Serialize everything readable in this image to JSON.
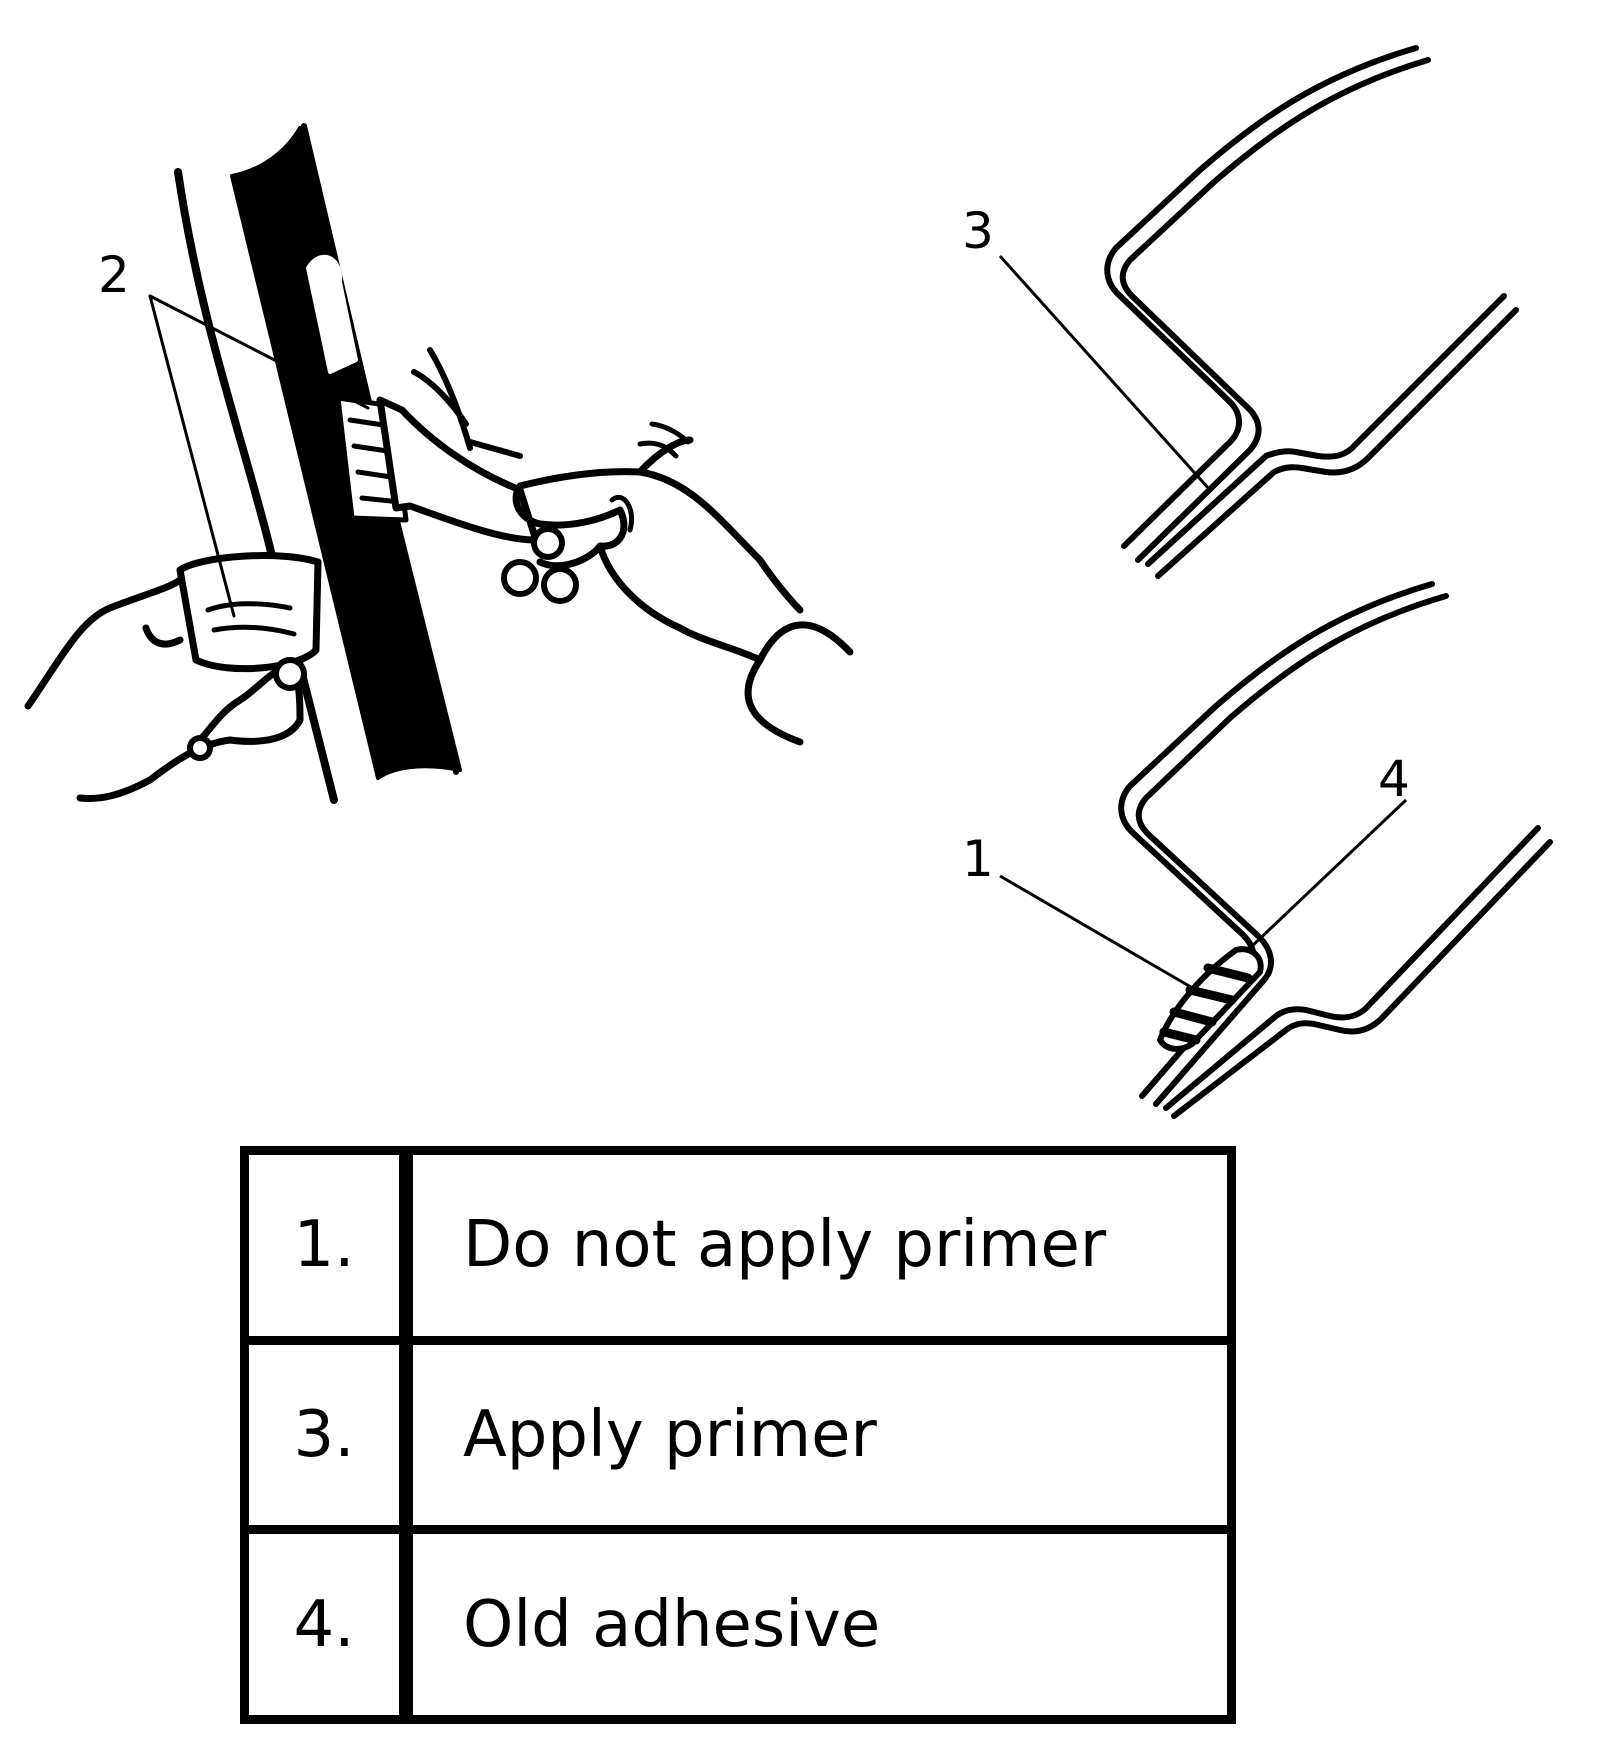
{
  "callouts": {
    "c1": "1",
    "c2": "2",
    "c3": "3",
    "c4": "4"
  },
  "legend": [
    {
      "number": "1.",
      "text": "Do not apply primer"
    },
    {
      "number": "3.",
      "text": "Apply primer"
    },
    {
      "number": "4.",
      "text": "Old adhesive"
    }
  ]
}
